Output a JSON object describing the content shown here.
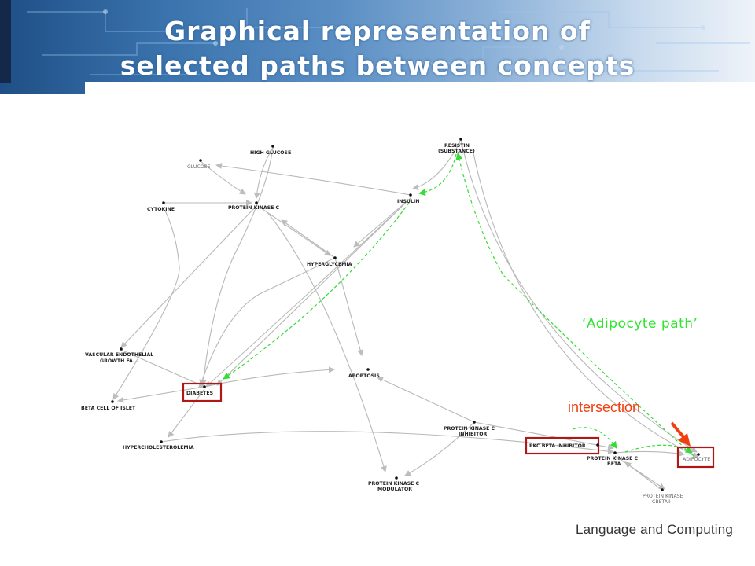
{
  "slide": {
    "title_line1": "Graphical representation of",
    "title_line2": "selected paths between concepts",
    "logo": "Language and Computing"
  },
  "annotations": {
    "adipocyte_path": "‘Adipocyte path’",
    "intersection": "intersection"
  },
  "nodes": {
    "high_glucose": "HIGH GLUCOSE",
    "glucose": "GLUCOSE",
    "resistin_1": "RESISTIN",
    "resistin_2": "(SUBSTANCE)",
    "cytokine": "CYTOKINE",
    "protein_kinase_c": "PROTEIN KINASE C",
    "insulin": "INSULIN",
    "hyperglycemia": "HYPERGLYCEMIA",
    "vegf_1": "VASCULAR ENDOTHELIAL",
    "vegf_2": "GROWTH FA...",
    "diabetes": "DIABETES",
    "apoptosis": "APOPTOSIS",
    "beta_cell": "BETA CELL OF ISLET",
    "hypercholesterolemia": "HYPERCHOLESTEROLEMIA",
    "pkc_inhibitor_1": "PROTEIN KINASE C",
    "pkc_inhibitor_2": "INHIBITOR",
    "pkc_beta_inhibitor": "PKC BETA INHIBITOR",
    "pkc_beta_1": "PROTEIN KINASE C",
    "pkc_beta_2": "BETA",
    "adipocyte": "ADIPOCYTE",
    "pkc_modulator_1": "PROTEIN KINASE C",
    "pkc_modulator_2": "MODULATOR",
    "pkc_betaii_1": "PROTEIN KINASE",
    "pkc_betaii_2": "CBETAII"
  },
  "colors": {
    "edge": "#b8b8b8",
    "path": "#33dd33",
    "highlight_box": "#b01818",
    "arrow": "#f04010"
  }
}
